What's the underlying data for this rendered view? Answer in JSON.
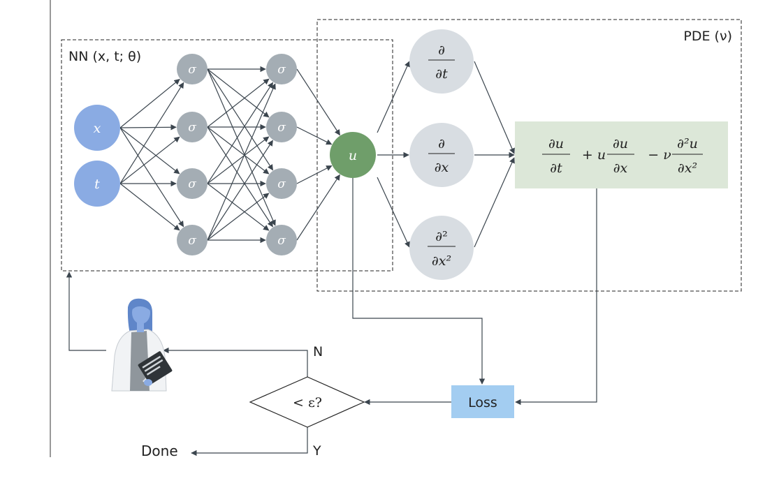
{
  "labels": {
    "nn_box": "NN (x, t; θ)",
    "pde_box": "PDE (ν)",
    "input_x": "x",
    "input_t": "t",
    "sigma": "σ",
    "output_u": "u",
    "loss": "Loss",
    "decision": "< ε?",
    "branch_no": "N",
    "branch_yes": "Y",
    "done": "Done"
  },
  "derivatives": {
    "dt": {
      "num": "∂",
      "den": "∂t"
    },
    "dx": {
      "num": "∂",
      "den": "∂x"
    },
    "dxx": {
      "num": "∂²",
      "den": "∂x²"
    }
  },
  "pde_equation": {
    "term1_num": "∂u",
    "term1_den": "∂t",
    "plus": "+ u",
    "term2_num": "∂u",
    "term2_den": "∂x",
    "minus": "− ν",
    "term3_num": "∂²u",
    "term3_den": "∂x²"
  },
  "colors": {
    "input": "#8aabe3",
    "hidden": "#a4adb4",
    "output": "#6f9e6a",
    "derivative": "#d8dde2",
    "equation_bg": "#dce7d8",
    "loss_bg": "#a3cdf1",
    "stroke": "#3b454e"
  },
  "icons": {
    "scientist": "scientist-with-clipboard-icon"
  }
}
